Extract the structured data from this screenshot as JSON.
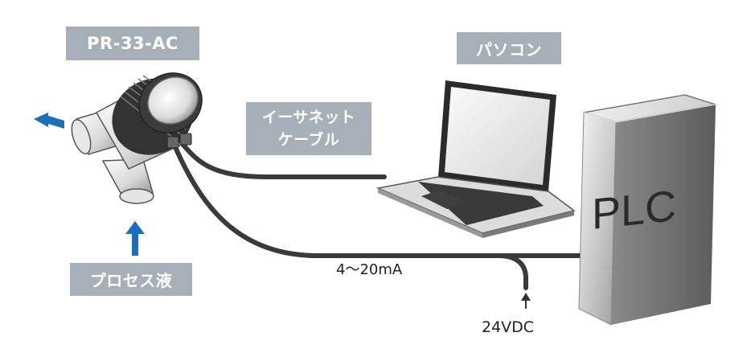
{
  "labels": {
    "sensor": "PR-33-AC",
    "pc": "パソコン",
    "ethernet_line1": "イーサネット",
    "ethernet_line2": "ケーブル",
    "process_fluid": "プロセス液",
    "signal": "4～20mA",
    "power": "24VDC",
    "plc": "PLC"
  },
  "colors": {
    "label_background": "#a7b0b9",
    "label_text": "#ffffff",
    "arrow": "#1a6fb8",
    "cable": "#3a3a3a"
  },
  "icons": {
    "sensor": "refractometer-sensor-icon",
    "laptop": "laptop-icon",
    "plc": "plc-cabinet-icon",
    "outflow_arrow": "arrow-left-icon",
    "inflow_arrow": "arrow-up-icon",
    "power_arrow": "arrow-up-icon"
  }
}
